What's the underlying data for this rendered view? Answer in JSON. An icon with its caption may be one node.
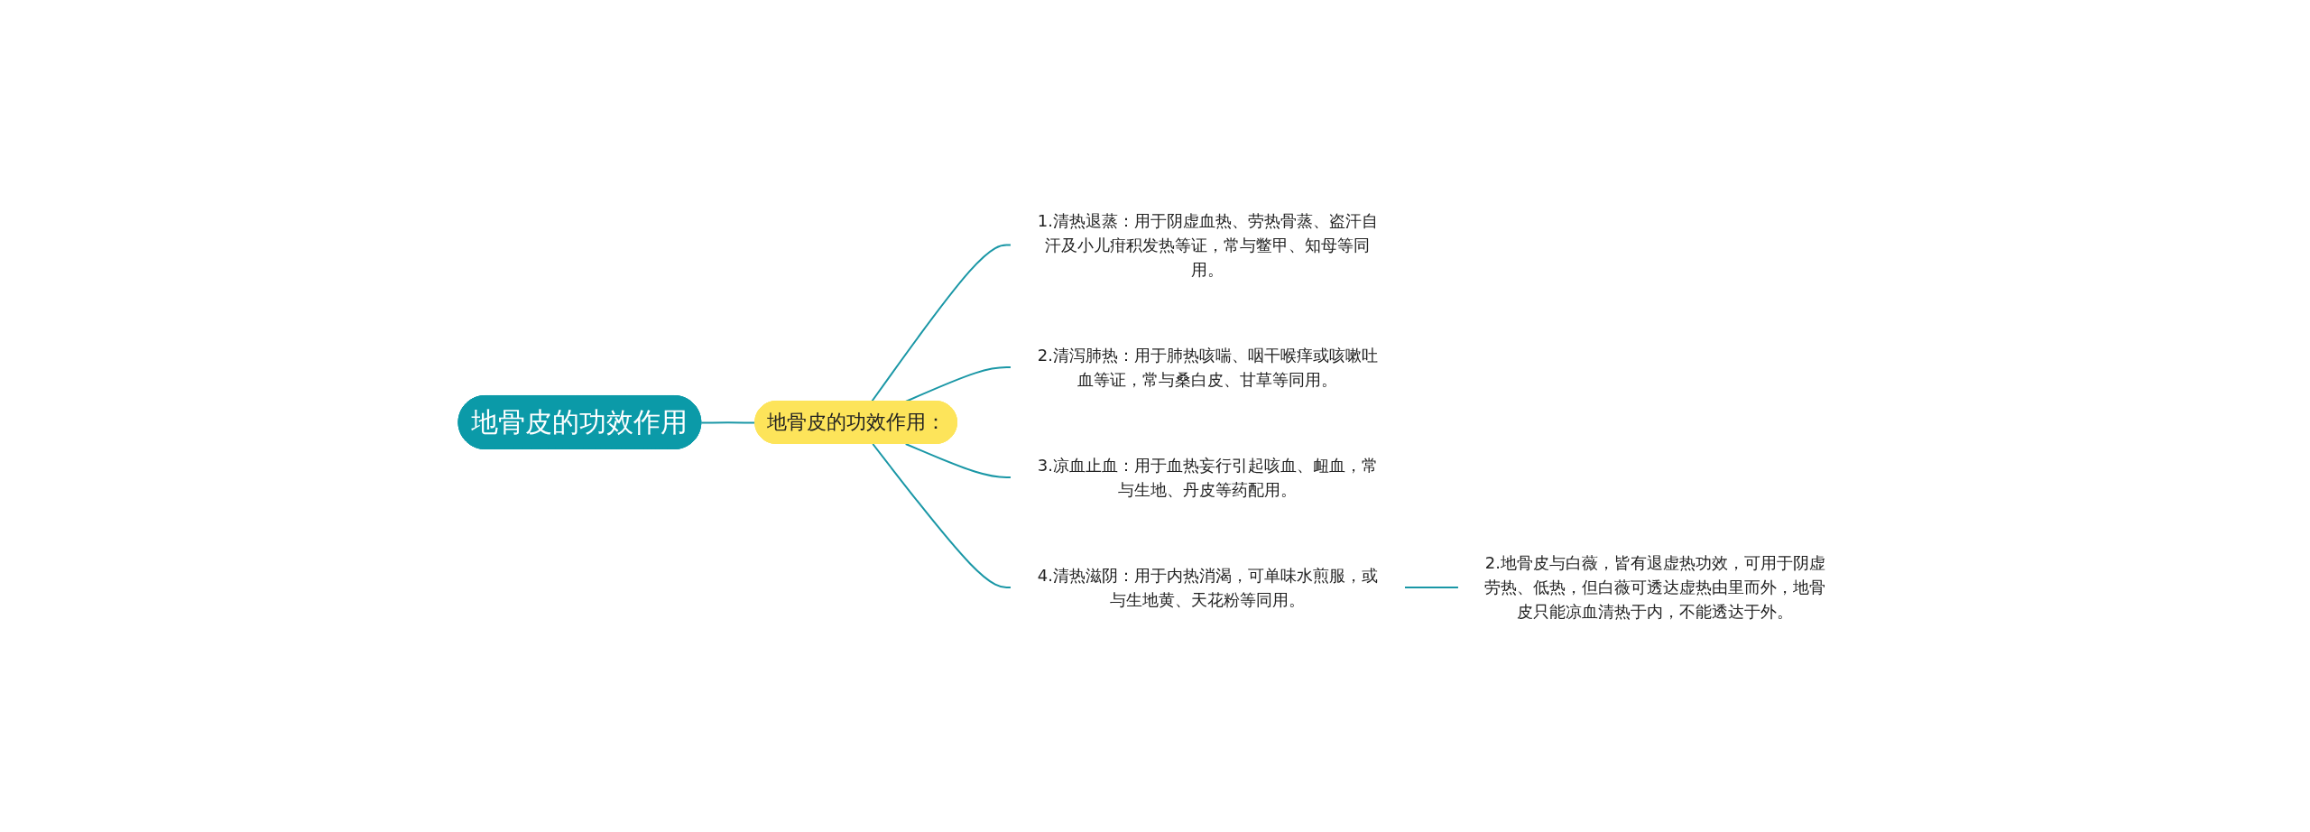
{
  "diagram": {
    "nodes": [
      {
        "text": [
          "地骨皮的功效作用"
        ]
      },
      {
        "text": [
          "地骨皮的功效作用："
        ]
      },
      {
        "text": [
          "1.清热退蒸：用于阴虚血热、劳热骨蒸、盗汗自汗及小儿疳积发热等证，常与鳖甲、知母等同用。"
        ]
      },
      {
        "text": [
          "2.清泻肺热：用于肺热咳喘、咽干喉痒或咳嗽吐血等证，常与桑白皮、甘草等同用。"
        ]
      },
      {
        "text": [
          "3.凉血止血：用于血热妄行引起咳血、衄血，常与生地、丹皮等药配用。"
        ]
      },
      {
        "text": [
          "4.清热滋阴：用于内热消渴，可单味水煎服，或与生地黄、天花粉等同用。"
        ]
      },
      {
        "text": [
          "2.地骨皮与白薇，皆有退虚热功效，可用于阴虚劳热、低热，但白薇可透达虚热由里而外，地骨皮只能凉血清热于内，不能透达于外。"
        ]
      }
    ],
    "edges": [
      {
        "from": 0,
        "to": 1,
        "arrow": "none"
      },
      {
        "from": 1,
        "to": 2,
        "arrow": "none"
      },
      {
        "from": 1,
        "to": 3,
        "arrow": "none"
      },
      {
        "from": 1,
        "to": 4,
        "arrow": "none"
      },
      {
        "from": 1,
        "to": 5,
        "arrow": "none"
      },
      {
        "from": 5,
        "to": 6,
        "arrow": "none"
      }
    ]
  }
}
